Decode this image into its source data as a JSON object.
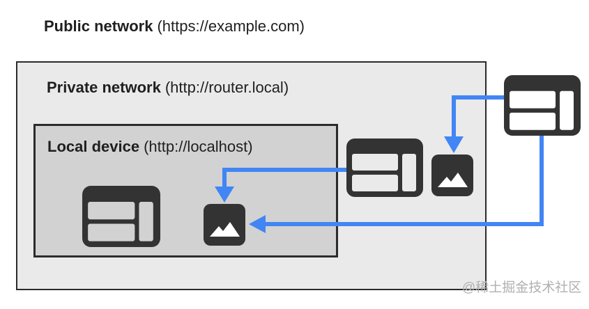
{
  "zones": {
    "public": {
      "name": "Public network",
      "url": "(https://example.com)"
    },
    "private": {
      "name": "Private network",
      "url": "(http://router.local)"
    },
    "local": {
      "name": "Local device",
      "url": "(http://localhost)"
    }
  },
  "icons": {
    "public_browser": "browser-window",
    "private_browser": "browser-window",
    "private_image": "image-resource",
    "local_browser": "browser-window",
    "local_image": "image-resource"
  },
  "arrows": [
    {
      "from": "public-browser",
      "to": "private-image-icon"
    },
    {
      "from": "public-browser",
      "to": "local-image-icon"
    },
    {
      "from": "private-browser",
      "to": "local-image-icon"
    }
  ],
  "watermark": {
    "text": "@稀土掘金技术社区"
  },
  "colors": {
    "arrow_blue": "#4285f4",
    "icon_dark": "#333333",
    "private_box_bg": "#eaeaea",
    "local_box_bg": "#d2d2d2",
    "box_border": "#2b2b2b",
    "title_text": "#1f1f1f",
    "watermark_gray": "#b0b0b0"
  }
}
